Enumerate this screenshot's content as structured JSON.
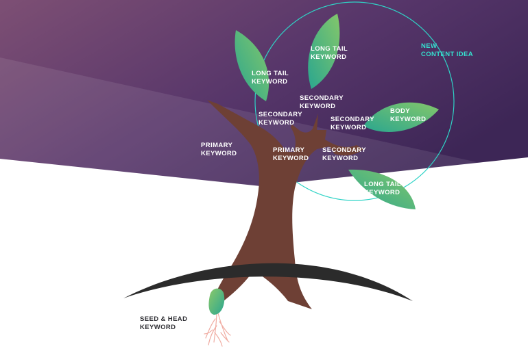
{
  "labels": {
    "new_content_idea": "NEW\nCONTENT IDEA",
    "long_tail_top": "LONG TAIL\nKEYWORD",
    "long_tail_left": "LONG TAIL\nKEYWORD",
    "long_tail_bottom": "LONG TAIL\nKEYWORD",
    "body_keyword": "BODY\nKEYWORD",
    "secondary_top": "SECONDARY\nKEYWORD",
    "secondary_left": "SECONDARY\nKEYWORD",
    "secondary_right": "SECONDARY\nKEYWORD",
    "secondary_bottom": "SECONDARY\nKEYWORD",
    "primary_trunk": "PRIMARY\nKEYWORD",
    "primary_outside": "PRIMARY\nKEYWORD",
    "seed_head": "SEED & HEAD\nKEYWORD"
  },
  "colors": {
    "sky_dark": "#3f2557",
    "sky_mid": "#5f3a68",
    "sky_light": "#7a4a72",
    "trunk": "#6b3f35",
    "leaf_start": "#2fae8e",
    "leaf_end": "#7dc46a",
    "circle": "#2fd3c6",
    "ground": "#2b2b2b",
    "roots": "#f2b0a5"
  }
}
